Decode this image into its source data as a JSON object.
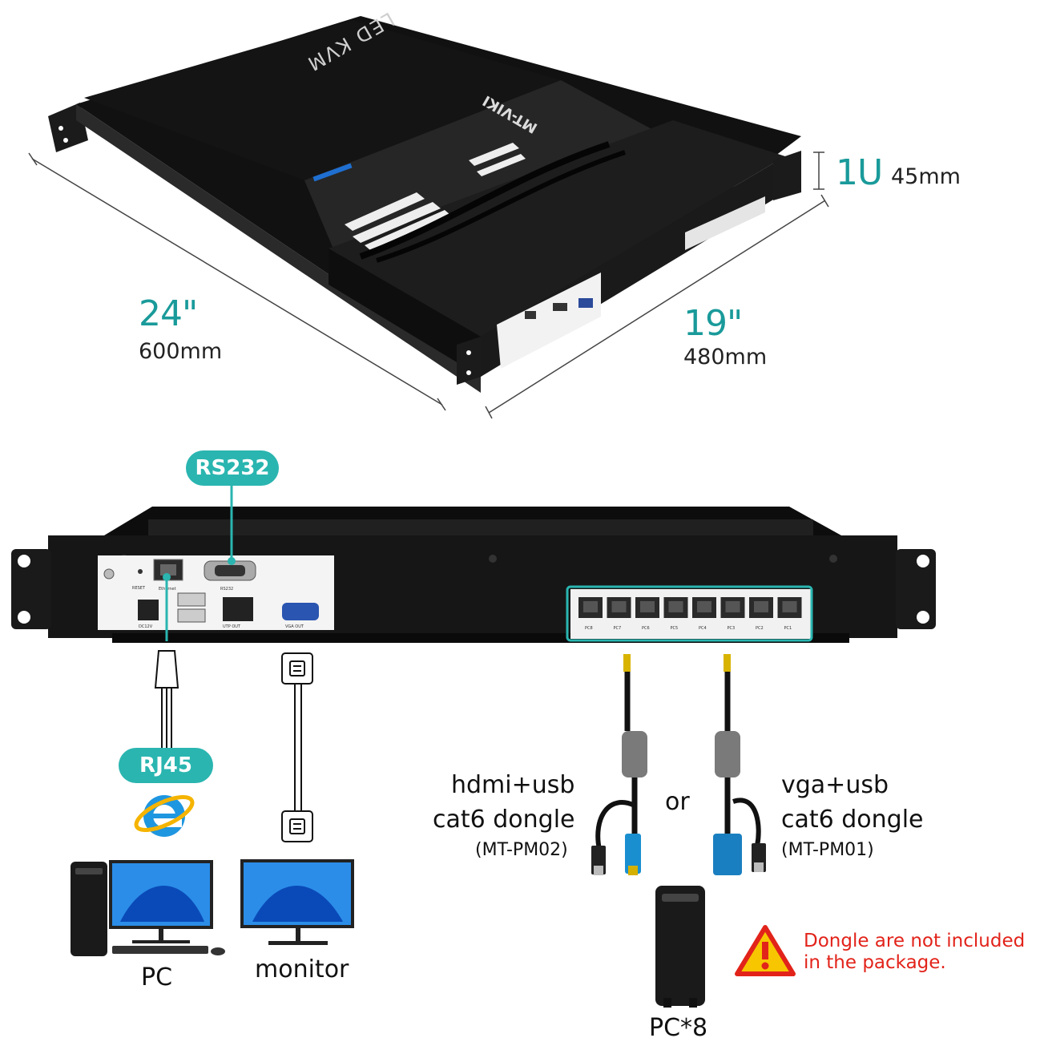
{
  "top_view": {
    "brand_text": "MT-VIKI",
    "product_text": "LED KVM",
    "depth": {
      "inch": "24\"",
      "mm": "600mm"
    },
    "width": {
      "inch": "19\"",
      "mm": "480mm"
    },
    "height": {
      "u": "1U",
      "mm": "45mm"
    }
  },
  "rear_view": {
    "callouts": {
      "rs232": "RS232",
      "rj45": "RJ45"
    },
    "panel_labels": [
      "RESET",
      "Ethernet",
      "RS232",
      "DC12V",
      "UTP OUT",
      "VGA OUT"
    ],
    "port_labels": [
      "PC8",
      "PC7",
      "PC6",
      "PC5",
      "PC4",
      "PC3",
      "PC2",
      "PC1"
    ]
  },
  "devices": {
    "pc_label": "PC",
    "monitor_label": "monitor",
    "pc8_label": "PC*8"
  },
  "dongles": {
    "left": {
      "line1": "hdmi+usb",
      "line2": "cat6 dongle",
      "model": "(MT-PM02)"
    },
    "or": "or",
    "right": {
      "line1": "vga+usb",
      "line2": "cat6 dongle",
      "model": "(MT-PM01)"
    }
  },
  "warning": {
    "line1": "Dongle are not included",
    "line2": "in the package."
  },
  "colors": {
    "teal": "#2ab5b0",
    "teal_text": "#1a9a9a",
    "warning_red": "#e2231a",
    "warning_yellow": "#f7c600"
  }
}
